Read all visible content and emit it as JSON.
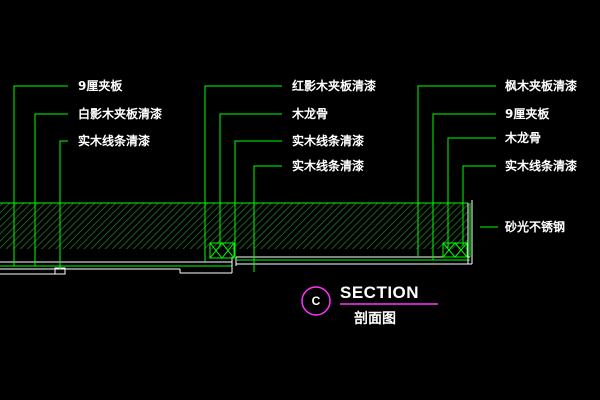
{
  "labels_left": [
    "9厘夹板",
    "白影木夹板清漆",
    "实木线条清漆"
  ],
  "labels_mid": [
    "红影木夹板清漆",
    "木龙骨",
    "实木线条清漆",
    "实木线条清漆"
  ],
  "labels_right": [
    "枫木夹板清漆",
    "9厘夹板",
    "木龙骨",
    "实木线条清漆"
  ],
  "label_side": "砂光不锈钢",
  "section": {
    "tag": "C",
    "title": "SECTION",
    "subtitle": "剖面图"
  },
  "colors": {
    "background": "#000000",
    "leader": "#00ff00",
    "hatch": "#1f5f1f",
    "text": "#ffffff",
    "tag_circle": "#ff33ff",
    "underline": "#ff33ff"
  }
}
